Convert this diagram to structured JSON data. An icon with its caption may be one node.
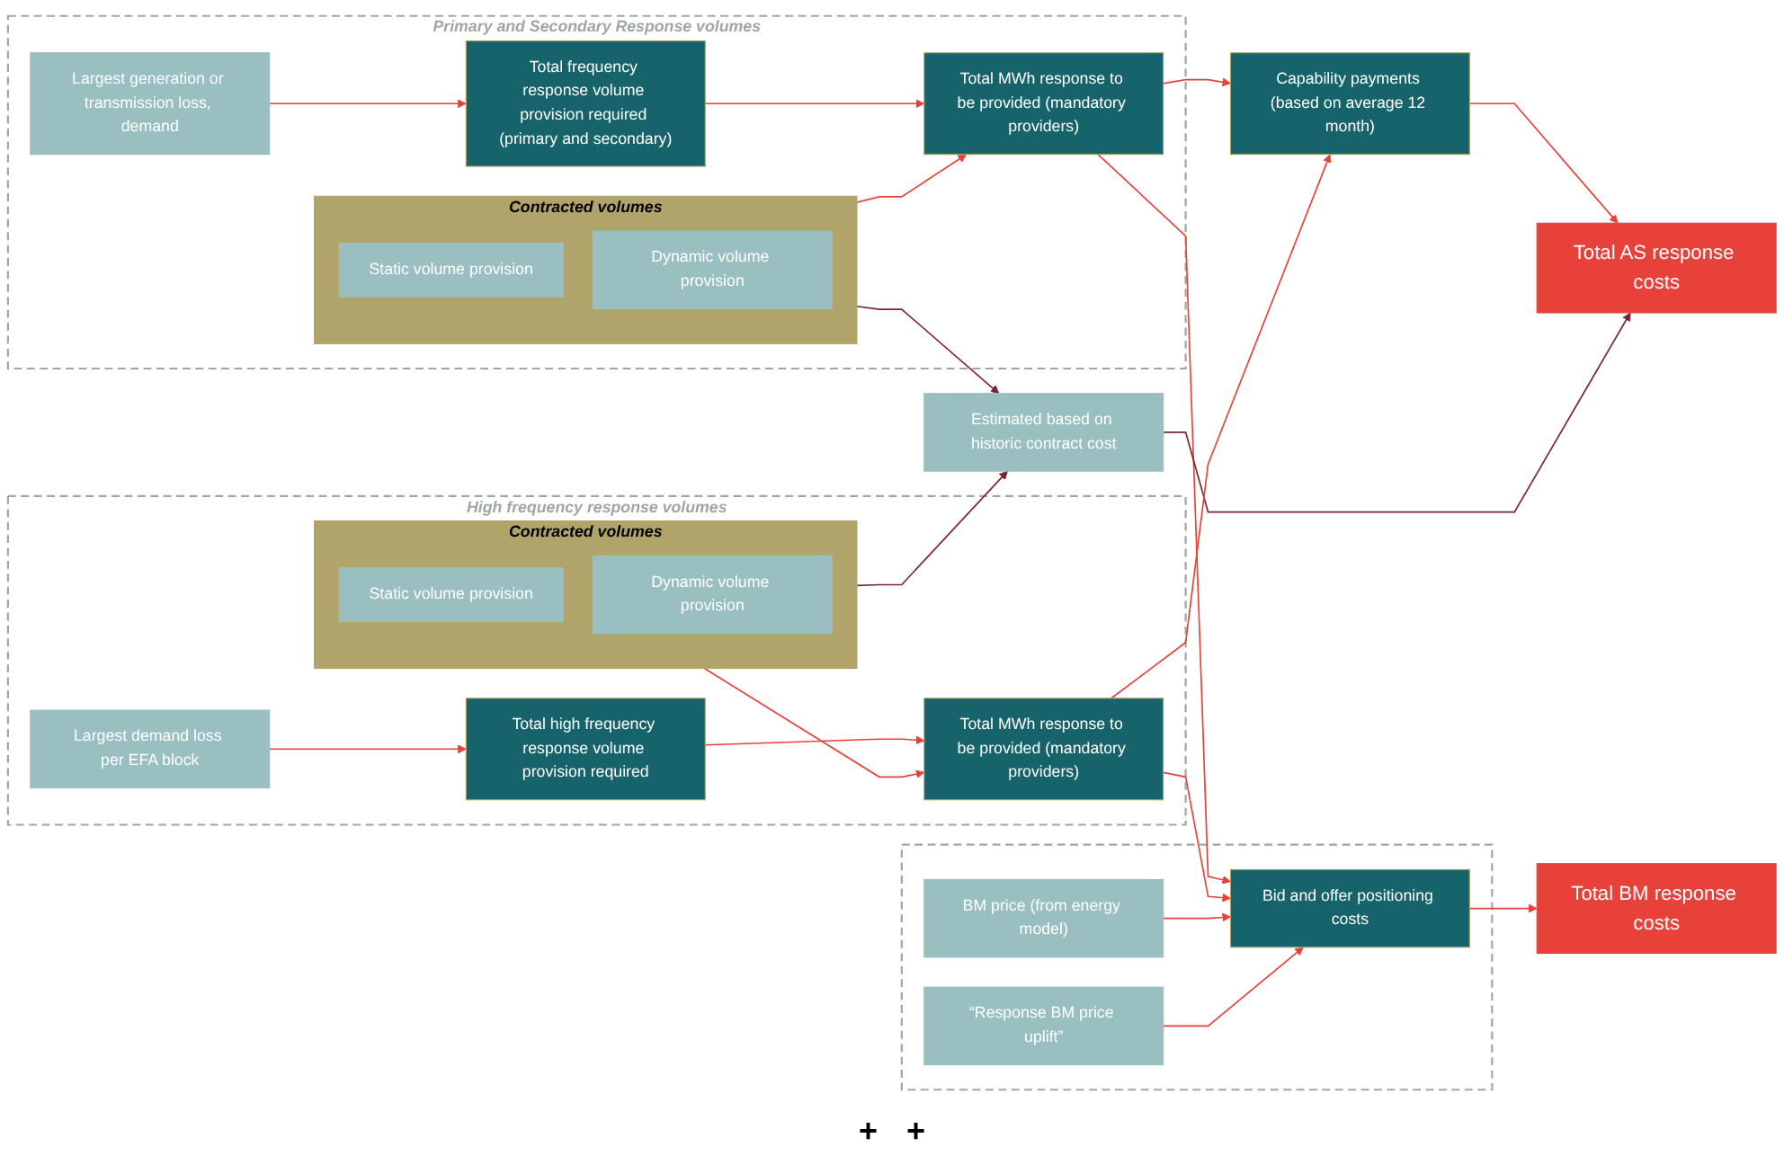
{
  "diagram": {
    "nodes": [
      {
        "text": [
          "Primary and Secondary Response volumes"
        ]
      },
      {
        "text": [
          "Largest generation or transmission loss, demand"
        ],
        "in": 0
      },
      {
        "text": [
          "Total frequency response volume provision required (primary and secondary)"
        ],
        "in": 0
      },
      {
        "text": [
          "Contracted volumes"
        ],
        "in": 0
      },
      {
        "text": [
          "Static volume provision"
        ],
        "in": 3
      },
      {
        "text": [
          "Dynamic volume provision"
        ],
        "in": 3
      },
      {
        "text": [
          "Total MWh response to be provided (mandatory providers)"
        ],
        "in": 0
      },
      {
        "text": [
          "Capability payments (based on average 12 month)"
        ]
      },
      {
        "text": [
          "Total AS response costs"
        ]
      },
      {
        "text": [
          "Estimated based on historic contract cost"
        ]
      },
      {
        "text": [
          "High frequency response volumes"
        ]
      },
      {
        "text": [
          "Contracted volumes"
        ],
        "in": 10
      },
      {
        "text": [
          "Static volume provision"
        ],
        "in": 11
      },
      {
        "text": [
          "Dynamic volume provision"
        ],
        "in": 11
      },
      {
        "text": [
          "Total MWh response to be provided (mandatory providers)"
        ],
        "in": 10
      },
      {
        "text": [
          "Largest demand loss per EFA block"
        ],
        "in": 10
      },
      {
        "text": [
          "Total high frequency response volume provision required"
        ],
        "in": 10
      },
      {
        "text": [],
        "shape": "box"
      },
      {
        "text": [
          "Bid and offer positioning costs"
        ],
        "in": 17
      },
      {
        "text": [
          "BM price (from energy model)"
        ],
        "in": 17
      },
      {
        "text": [
          "“Response BM price uplift”"
        ],
        "in": 17
      },
      {
        "text": [
          "Total BM response costs"
        ]
      }
    ],
    "edges": [
      {
        "from": 1,
        "to": 2,
        "arrow": "to"
      },
      {
        "from": 2,
        "to": 6,
        "arrow": "to"
      },
      {
        "from": 3,
        "to": 6,
        "arrow": "to"
      },
      {
        "from": 6,
        "to": 7,
        "arrow": "to"
      },
      {
        "from": 6,
        "to": 18,
        "arrow": "to"
      },
      {
        "from": 7,
        "to": 8,
        "arrow": "to"
      },
      {
        "from": 3,
        "to": 9,
        "arrow": "to",
        "color": "#7b2431"
      },
      {
        "from": 11,
        "to": 9,
        "arrow": "to",
        "color": "#7b2431"
      },
      {
        "from": 9,
        "to": 8,
        "arrow": "to",
        "color": "#7b2431"
      },
      {
        "from": 11,
        "to": 14,
        "arrow": "to"
      },
      {
        "from": 15,
        "to": 16,
        "arrow": "to"
      },
      {
        "from": 16,
        "to": 14,
        "arrow": "to"
      },
      {
        "from": 14,
        "to": 7,
        "arrow": "to"
      },
      {
        "from": 14,
        "to": 18,
        "arrow": "to"
      },
      {
        "from": 19,
        "to": 18,
        "arrow": "to"
      },
      {
        "from": 20,
        "to": 18,
        "arrow": "to"
      },
      {
        "from": 18,
        "to": 21,
        "arrow": "to"
      }
    ],
    "labels": [
      "+",
      "+"
    ]
  }
}
